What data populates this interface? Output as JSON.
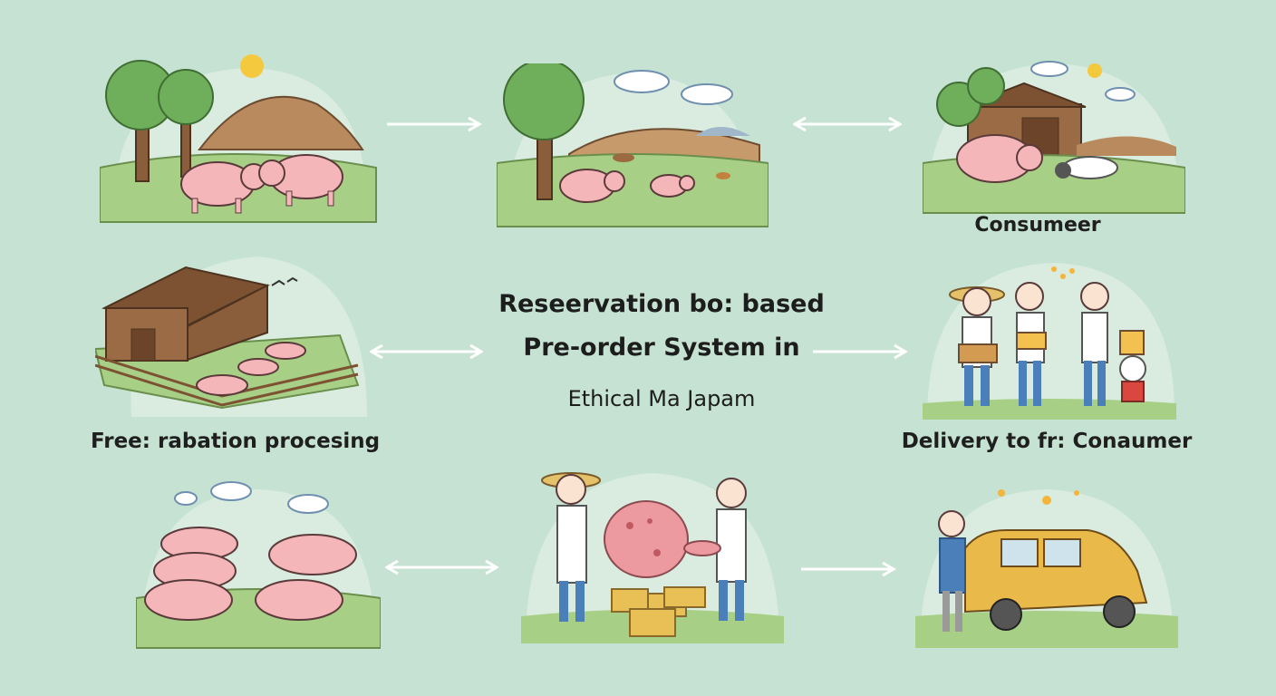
{
  "title": {
    "line1": "Reseervation bo: based",
    "line2": "Pre-order System in",
    "line3": "Ethical Ma Japam"
  },
  "labels": {
    "consumer": "Consumeer",
    "processing": "Free: rabation  procesing",
    "delivery": "Delivery to fr: Conaumer"
  },
  "colors": {
    "background": "#c6e2d2",
    "grass": "#a8cf86",
    "pig": "#f4b6b8",
    "wood": "#9a6b45",
    "van": "#e9b94a"
  },
  "icons": {
    "farm": "pig-pasture-icon",
    "barn": "barn-icon",
    "butcher": "butcher-ham-icon",
    "van": "delivery-van-icon"
  }
}
